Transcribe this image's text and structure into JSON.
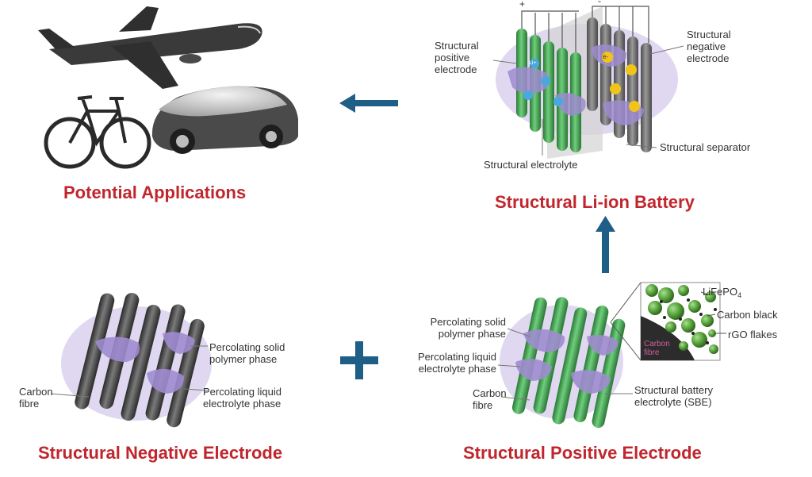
{
  "headings": {
    "applications": "Potential Applications",
    "battery": "Structural Li-ion Battery",
    "negative": "Structural Negative Electrode",
    "positive": "Structural Positive Electrode"
  },
  "battery_labels": {
    "positive_electrode": [
      "Structural",
      "positive",
      "electrode"
    ],
    "negative_electrode": [
      "Structural",
      "negative",
      "electrode"
    ],
    "separator": "Structural separator",
    "electrolyte": "Structural electrolyte",
    "terminal_plus": "+",
    "terminal_minus": "-",
    "li_ion": "Li+",
    "electron": "e-"
  },
  "negative_labels": {
    "solid_phase": [
      "Percolating solid",
      "polymer phase"
    ],
    "liquid_phase": [
      "Percolating liquid",
      "electrolyte phase"
    ],
    "carbon_fibre": [
      "Carbon",
      "fibre"
    ]
  },
  "positive_labels": {
    "solid_phase": [
      "Percolating solid",
      "polymer phase"
    ],
    "liquid_phase": [
      "Percolating liquid",
      "electrolyte phase"
    ],
    "carbon_fibre": [
      "Carbon",
      "fibre"
    ],
    "sbe": [
      "Structural battery",
      "electrolyte (SBE)"
    ],
    "lifepo4_main": "LiFePO",
    "lifepo4_sub": "4",
    "carbon_black": "Carbon black",
    "rgo": "rGO flakes",
    "inset_fibre": [
      "Carbon",
      "fibre"
    ]
  },
  "symbols": {
    "plus": "+"
  },
  "colors": {
    "heading": "#c0262d",
    "arrow": "#1f5e86",
    "purple": "#b9a8de",
    "green": "#3f9a4c",
    "grey_fibre": "#6b6b6b",
    "black_fibre": "#2e2e2e"
  }
}
